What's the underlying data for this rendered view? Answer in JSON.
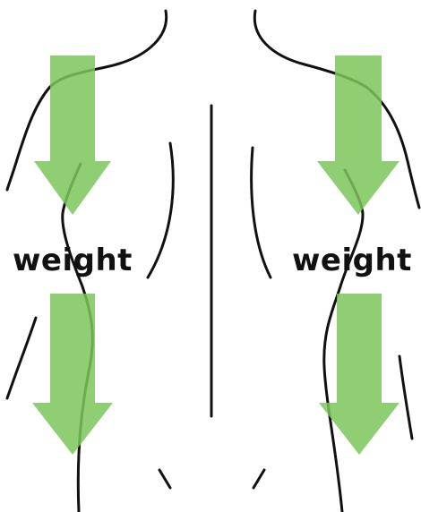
{
  "labels": {
    "left": "weight",
    "right": "weight"
  },
  "colors": {
    "arrow": "#7cc55a",
    "outline": "#111111",
    "label": "#111111",
    "background": "#ffffff"
  },
  "arrows": {
    "direction": "down",
    "count": 4
  }
}
